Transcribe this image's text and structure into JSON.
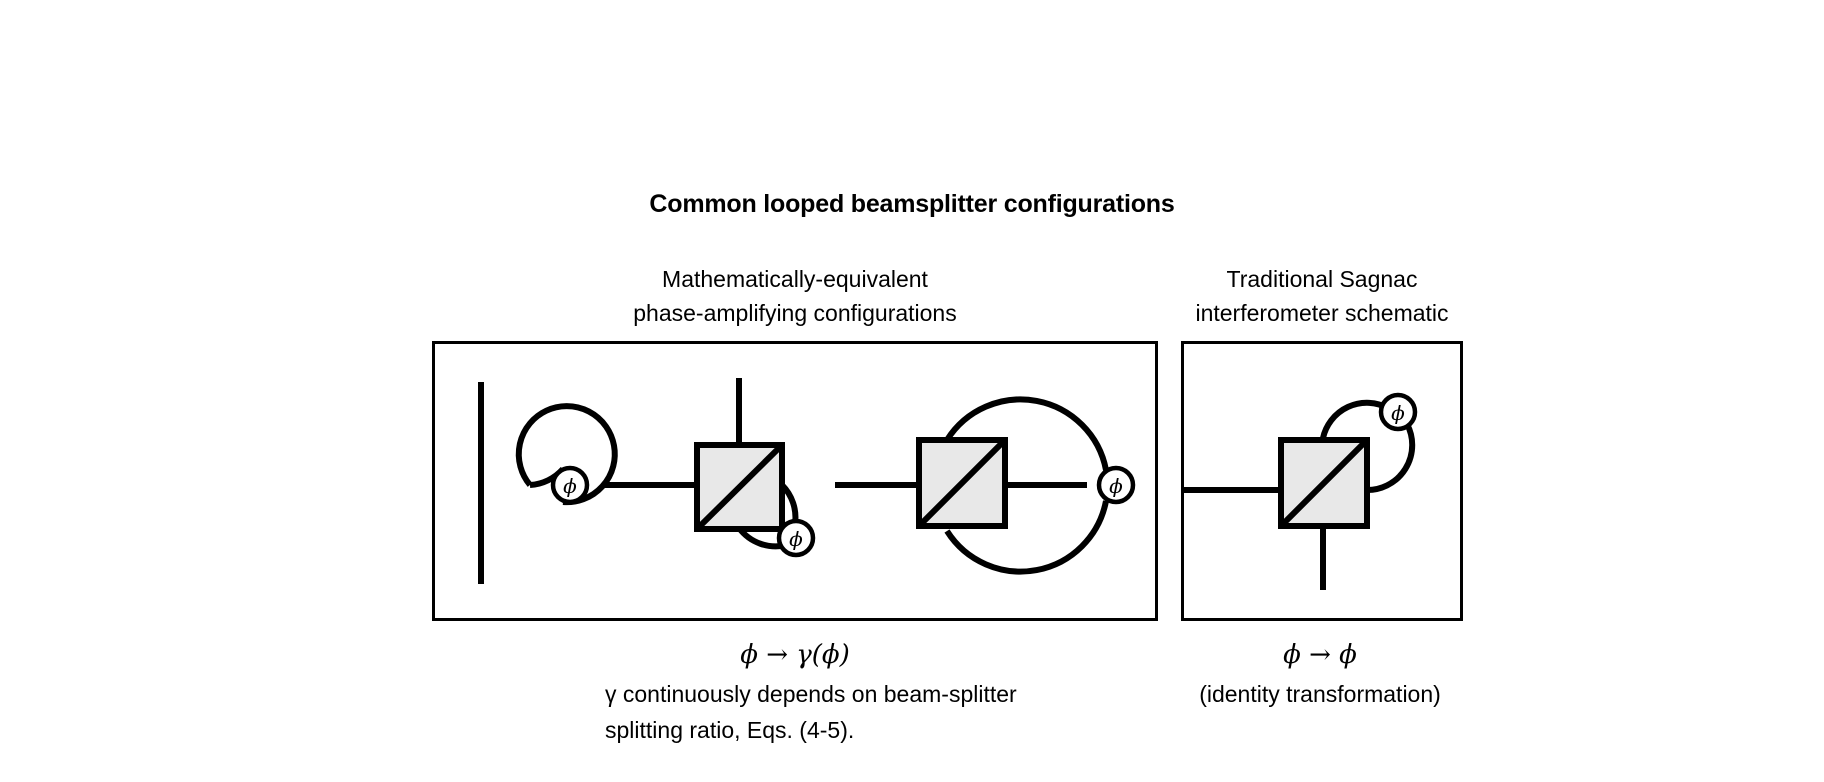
{
  "figure": {
    "title": "Common looped beamsplitter configurations",
    "background_color": "#ffffff",
    "line_color": "#000000",
    "beamsplitter_fill": "#e8e8e8"
  },
  "columns": {
    "left": {
      "heading_line1": "Mathematically-equivalent",
      "heading_line2": "phase-amplifying configurations",
      "caption_equation": "ϕ → γ(ϕ)",
      "caption_note_line1": "γ continuously depends on beam-splitter",
      "caption_note_line2": "splitting ratio, Eqs. (4-5)."
    },
    "right": {
      "heading_line1": "Traditional Sagnac",
      "heading_line2": "interferometer schematic",
      "caption_equation": "ϕ → ϕ",
      "caption_note_line1": "(identity transformation)"
    }
  },
  "diagrams": [
    {
      "id": "mirror-loop",
      "name": "mirror-with-phase-loop",
      "components": [
        "mirror-line",
        "loop-circle",
        "phase-node",
        "output-port"
      ],
      "phase_label": "ϕ"
    },
    {
      "id": "beamsplitter-side-loop",
      "name": "beamsplitter-with-side-loop",
      "components": [
        "beamsplitter",
        "top-port",
        "left-port",
        "right-port",
        "loop-arc",
        "phase-node"
      ],
      "phase_label": "ϕ"
    },
    {
      "id": "beamsplitter-full-loop",
      "name": "beamsplitter-with-full-loop",
      "components": [
        "beamsplitter",
        "left-port",
        "right-port",
        "loop-circle",
        "phase-node"
      ],
      "phase_label": "ϕ"
    },
    {
      "id": "sagnac",
      "name": "sagnac-interferometer",
      "components": [
        "beamsplitter",
        "left-port",
        "bottom-port",
        "loop-arc",
        "phase-node"
      ],
      "phase_label": "ϕ"
    }
  ]
}
